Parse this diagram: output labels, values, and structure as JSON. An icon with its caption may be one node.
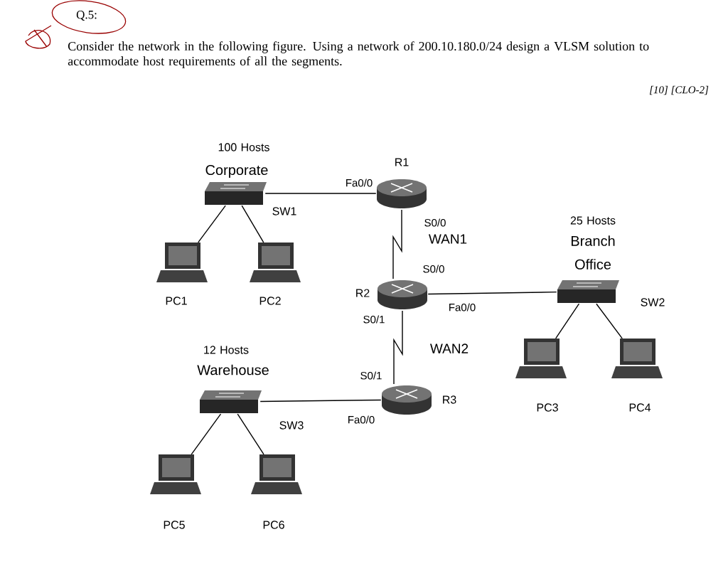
{
  "diagram": {
    "title": "Consider the network in the following figure. Using a network of 200.10.180.0/24 design a VLSM solution to accommodate host requirements of all the segments.",
    "nodes": [
      {
        "text": [
          "SW1"
        ],
        "beside": [
          "100 Hosts",
          "Corporate"
        ]
      },
      {
        "text": [
          "R1"
        ]
      },
      {
        "text": [
          "PC1"
        ]
      },
      {
        "text": [
          "PC2"
        ]
      },
      {
        "text": [
          "R2"
        ]
      },
      {
        "text": [
          "SW2"
        ],
        "beside": [
          "25 Hosts",
          "Branch Office"
        ]
      },
      {
        "text": [
          "PC3"
        ]
      },
      {
        "text": [
          "PC4"
        ]
      },
      {
        "text": [
          "SW3"
        ],
        "beside": [
          "12 Hosts",
          "Warehouse"
        ]
      },
      {
        "text": [
          "R3"
        ]
      },
      {
        "text": [
          "PC5"
        ]
      },
      {
        "text": [
          "PC6"
        ]
      }
    ],
    "edges": [
      {
        "from": 0,
        "to": 1,
        "arrow": "none"
      },
      {
        "from": 0,
        "to": 2,
        "arrow": "none"
      },
      {
        "from": 0,
        "to": 3,
        "arrow": "none"
      },
      {
        "from": 1,
        "to": 4,
        "arrow": "none",
        "label": "WAN1"
      },
      {
        "from": 4,
        "to": 5,
        "arrow": "none"
      },
      {
        "from": 5,
        "to": 6,
        "arrow": "none"
      },
      {
        "from": 5,
        "to": 7,
        "arrow": "none"
      },
      {
        "from": 4,
        "to": 9,
        "arrow": "none",
        "label": "WAN2"
      },
      {
        "from": 8,
        "to": 9,
        "arrow": "none"
      },
      {
        "from": 8,
        "to": 10,
        "arrow": "none"
      },
      {
        "from": 8,
        "to": 11,
        "arrow": "none"
      }
    ],
    "labels": [
      "Q.5:",
      "[10] [CLO-2]",
      "Fa0/0",
      "S0/0",
      "S0/0",
      "Fa0/0",
      "S0/1",
      "S0/1",
      "Fa0/0"
    ]
  }
}
